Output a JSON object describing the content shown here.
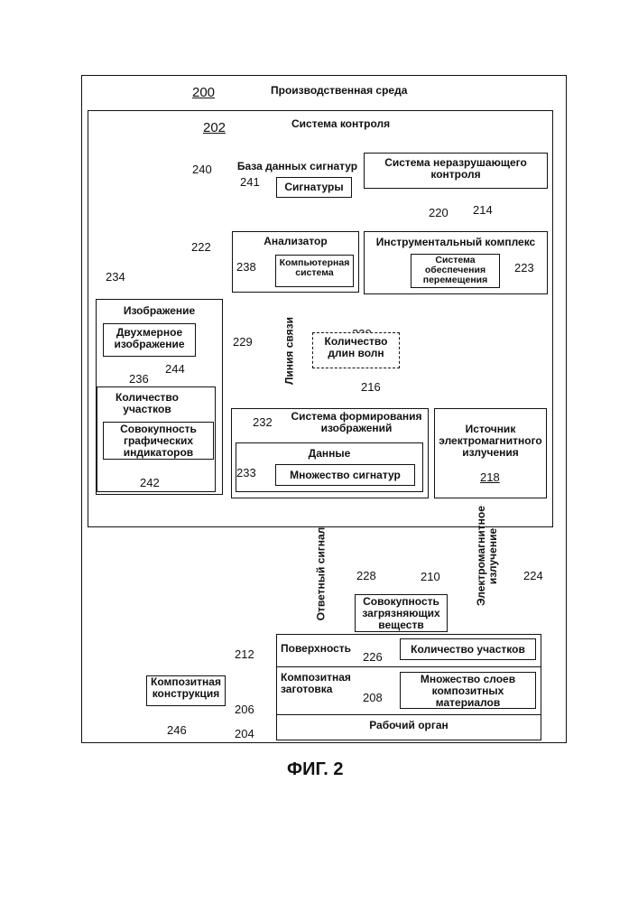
{
  "figure_label": "ФИГ. 2",
  "env": {
    "num": "200",
    "label": "Производственная среда"
  },
  "control": {
    "num": "202",
    "label": "Система контроля"
  },
  "sigdb": {
    "num": "240",
    "label": "База данных сигнатур"
  },
  "signatures": {
    "num": "241",
    "label": "Сигнатуры"
  },
  "ndt": {
    "num": "214",
    "label": "Система неразрушающего контроля"
  },
  "analyzer": {
    "num": "222",
    "label": "Анализатор"
  },
  "computer": {
    "num": "238",
    "label": "Компьютерная система"
  },
  "toolkit": {
    "num": "220",
    "label": "Инструментальный комплекс"
  },
  "movement": {
    "num": "223",
    "label": "Система обеспечения перемещения"
  },
  "image": {
    "num": "234",
    "label": "Изображение"
  },
  "image2d": {
    "num": "236",
    "label": "Двухмерное изображение"
  },
  "regions": {
    "num": "244",
    "label": "Количество участков"
  },
  "indicators": {
    "num": "242",
    "label": "Совокупность графических индикаторов"
  },
  "link": {
    "num": "229",
    "label": "Линия связи"
  },
  "wavelengths": {
    "num": "230",
    "label": "Количество длин волн"
  },
  "imaging": {
    "num": "216",
    "label": "Система формирования изображений"
  },
  "data": {
    "num": "232",
    "label": "Данные"
  },
  "sigset": {
    "num": "233",
    "label": "Множество сигнатур"
  },
  "em_source": {
    "num": "218",
    "label": "Источник электромагнитного излучения"
  },
  "response": {
    "num": "228",
    "label": "Ответный сигнал"
  },
  "contaminants": {
    "num": "210",
    "label": "Совокупность загрязняющих веществ"
  },
  "em_radiation": {
    "num": "224",
    "label": "Электромагнитное излучение"
  },
  "surface": {
    "num": "212",
    "label": "Поверхность"
  },
  "surface_regions": {
    "num": "226",
    "label": "Количество участков"
  },
  "blank": {
    "num": "206",
    "label": "Композитная заготовка"
  },
  "layers": {
    "num": "208",
    "label": "Множество слоев композитных материалов"
  },
  "tool": {
    "num": "204",
    "label": "Рабочий орган"
  },
  "structure": {
    "num": "246",
    "label": "Композитная конструкция"
  }
}
